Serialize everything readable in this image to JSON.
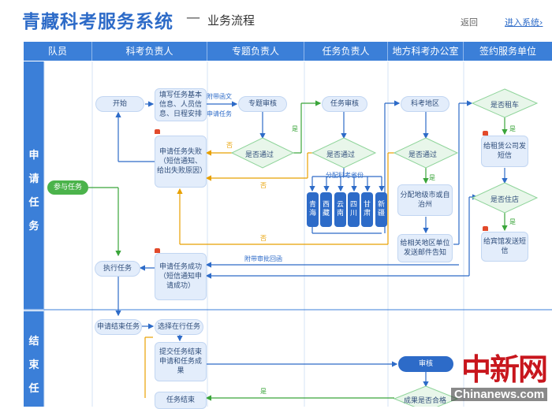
{
  "header": {
    "title": "青藏科考服务系统",
    "dash": "—",
    "subtitle": "业务流程",
    "back_label": "返回",
    "enter_label": "进入系统",
    "enter_arrow": "›"
  },
  "columns": [
    "队员",
    "科考负责人",
    "专题负责人",
    "任务负责人",
    "地方科考办公室",
    "签约服务单位"
  ],
  "lanes": {
    "apply": [
      "申",
      "请",
      "任",
      "务"
    ],
    "finish": [
      "结",
      "束",
      "任"
    ]
  },
  "nodes": {
    "start": "开始",
    "fill_info": "填写任务基本信息、人员信息、日程安排",
    "topic_review": "专题审核",
    "task_review": "任务审核",
    "research_area": "科考地区",
    "is_rent_car": "是否租车",
    "topic_pass": "是否通过",
    "task_pass": "是否通过",
    "office_pass": "是否通过",
    "fail_notice": "申请任务失败（短信通知、给出失败原因）",
    "rental_sms": "给租赁公司发短信",
    "is_lodging": "是否住店",
    "join_task": "参与任务",
    "assign_city": "分配地级市或自治州",
    "notify_units": "给相关地区单位发送邮件告知",
    "hotel_sms": "给宾馆发送短信",
    "execute_task": "执行任务",
    "apply_success": "申请任务成功（短信通知申请成功）",
    "apply_end": "申请结束任务",
    "choose_task": "选择在行任务",
    "submit_end": "提交任务结束申请和任务成果",
    "review": "审核",
    "end_task": "任务结束",
    "result_ok": "成果是否合格"
  },
  "provinces": [
    "青海",
    "西藏",
    "云南",
    "四川",
    "甘肃",
    "新疆"
  ],
  "labels": {
    "attach_doc": "附带函文",
    "apply_task": "申请任务",
    "yes": "是",
    "no": "否",
    "assign_province": "分配科考省份",
    "attach_approval": "附带审批回函"
  },
  "watermark": {
    "cn": "中新网",
    "en": "Chinanews.com"
  },
  "colors": {
    "blue": "#2d6bc8",
    "orange": "#e8a000",
    "green": "#3aa53a",
    "header_blue": "#3b7fd8"
  }
}
